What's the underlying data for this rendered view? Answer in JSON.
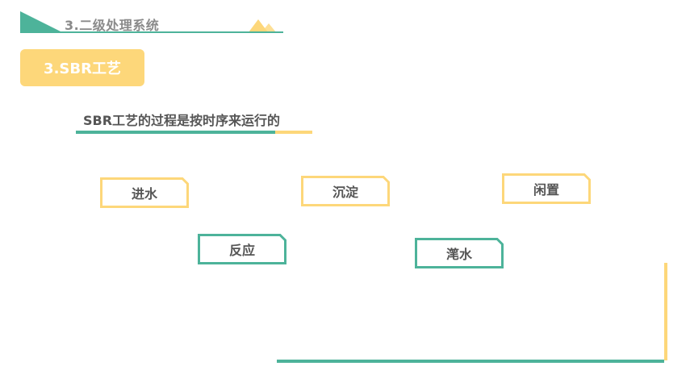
{
  "header": {
    "title": "3.二级处理系统"
  },
  "section": {
    "label": "3.SBR工艺"
  },
  "subtitle": "SBR工艺的过程是按时序来运行的",
  "steps": [
    {
      "label": "进水"
    },
    {
      "label": "反应"
    },
    {
      "label": "沉淀"
    },
    {
      "label": "滗水"
    },
    {
      "label": "闲置"
    }
  ],
  "colors": {
    "green": "#4db39a",
    "yellow": "#fdd77a",
    "text": "#555555",
    "header_text": "#8a8a8a"
  }
}
